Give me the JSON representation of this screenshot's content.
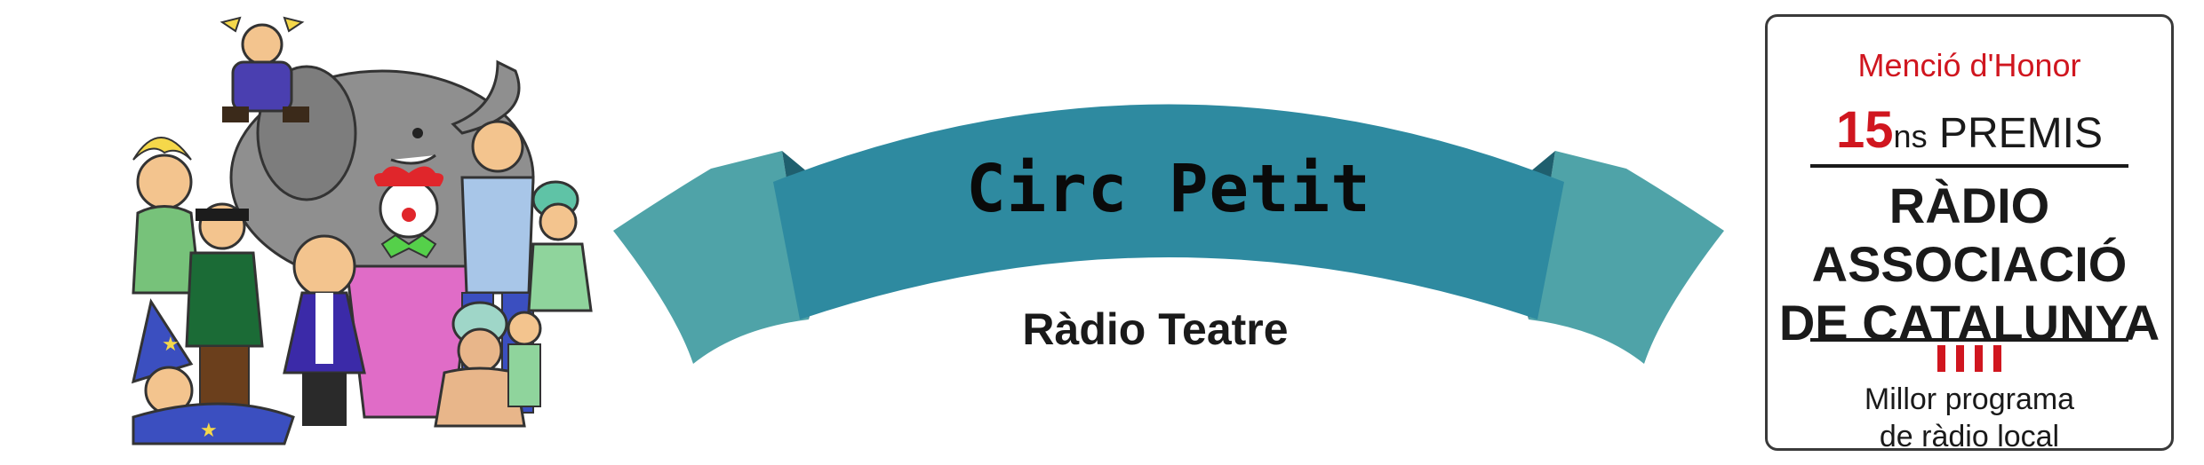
{
  "banner": {
    "title": "Circ Petit",
    "subtitle": "Ràdio Teatre"
  },
  "award": {
    "mencio": "Menció d'Honor",
    "premis_number": "15",
    "premis_suffix": "ns",
    "premis_word": "PREMIS",
    "association_line1": "RÀDIO",
    "association_line2": "ASSOCIACIÓ",
    "association_line3": "DE CATALUNYA",
    "category_line1": "Millor programa",
    "category_line2": "de ràdio local"
  },
  "colors": {
    "ribbon_main": "#2e8aa0",
    "ribbon_tail": "#4fa3a8",
    "ribbon_fold": "#1f5f6e",
    "award_red": "#d0161f"
  }
}
